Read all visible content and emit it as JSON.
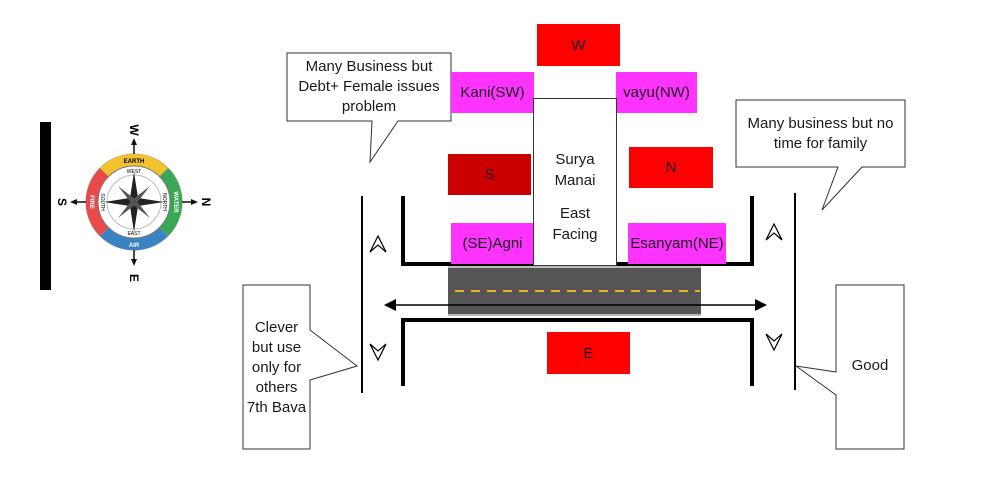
{
  "compass": {
    "top": "W",
    "left": "S",
    "right": "N",
    "bottom": "E",
    "ring_top": "EARTH",
    "ring_left": "FIRE",
    "ring_right": "WATER",
    "ring_bottom": "AIR",
    "inner_top": "WEST",
    "inner_left": "SOUTH",
    "inner_right": "NORTH",
    "inner_bottom": "EAST"
  },
  "directions": {
    "west": "W",
    "south": "S",
    "north": "N",
    "east": "E",
    "sw": "Kani(SW)",
    "nw": "vayu(NW)",
    "se": "(SE)Agni",
    "ne": "Esanyam(NE)"
  },
  "center": {
    "line1": [
      "Surya",
      "Manai"
    ],
    "line2": [
      "East",
      "Facing"
    ]
  },
  "callouts": {
    "top_left": [
      "Many Business but",
      "Debt+ Female issues",
      "problem"
    ],
    "top_right": [
      "Many business but no",
      "time for family"
    ],
    "bottom_left": [
      "Clever",
      "but use",
      "only for",
      "others",
      "7th Bava"
    ],
    "bottom_right": "Good"
  },
  "colors": {
    "red": "#ff0000",
    "dark_red": "#cc0000",
    "magenta": "#ff33ff",
    "road": "#555555",
    "road_dash": "#e6b422"
  }
}
